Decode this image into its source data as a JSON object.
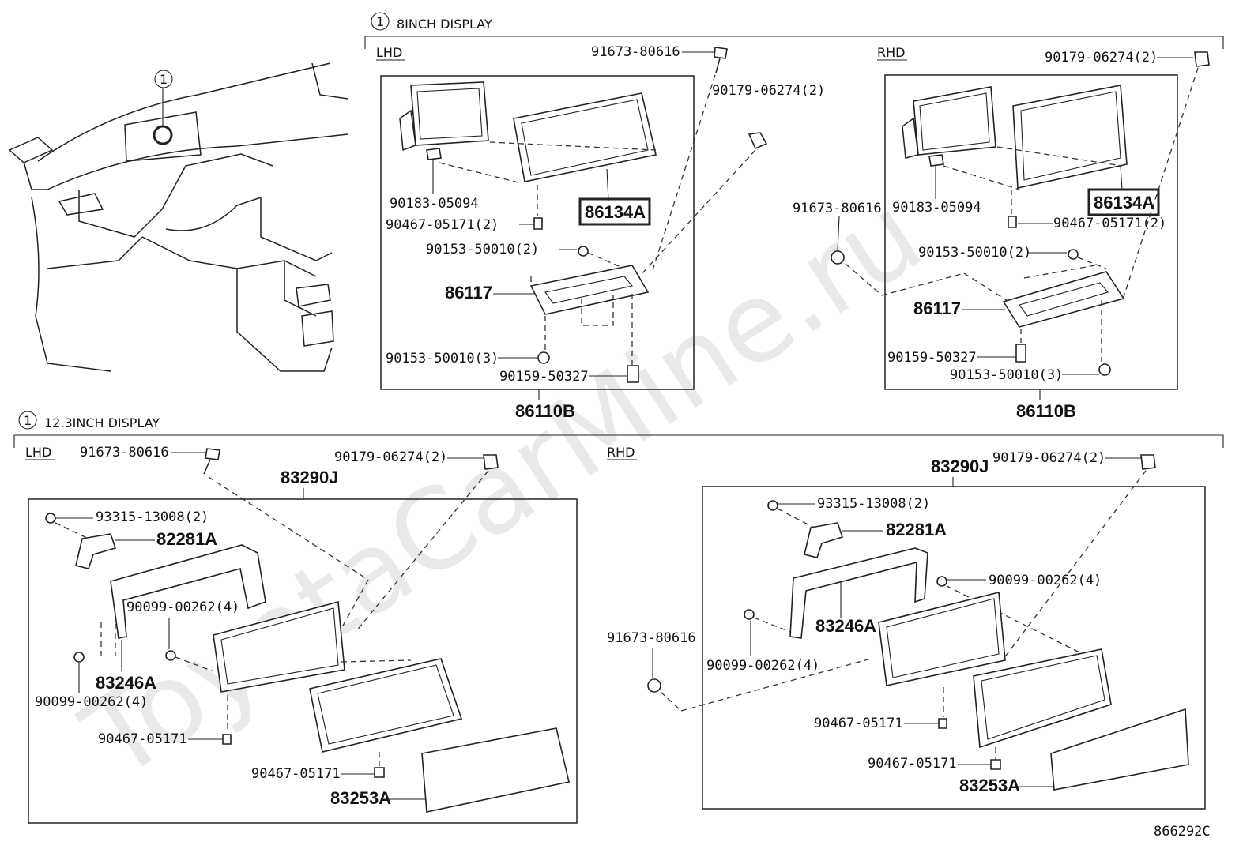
{
  "watermark": "ToyotaCarMine.ru",
  "callout_marker": "1",
  "diagram_code": "866292C",
  "section_8inch": {
    "title": "8INCH DISPLAY",
    "lhd": {
      "label": "LHD",
      "assembly": "86110B",
      "parts": {
        "screw_top": "91673-80616",
        "clip": "90179-06274(2)",
        "bracket_nut": "90183-05094",
        "panel": "86134A",
        "nut2": "90467-05171(2)",
        "bolt_top": "90153-50010(2)",
        "bracket": "86117",
        "bolt_bottom": "90153-50010(3)",
        "screw_bottom": "90159-50327"
      }
    },
    "rhd": {
      "label": "RHD",
      "assembly": "86110B",
      "parts": {
        "clip": "90179-06274(2)",
        "screw_side": "91673-80616",
        "bracket_nut": "90183-05094",
        "panel": "86134A",
        "nut2": "90467-05171(2)",
        "bolt_top": "90153-50010(2)",
        "bracket": "86117",
        "screw_bottom": "90159-50327",
        "bolt_bottom": "90153-50010(3)"
      }
    }
  },
  "section_12inch": {
    "title": "12.3INCH DISPLAY",
    "lhd": {
      "label": "LHD",
      "assembly": "83290J",
      "parts": {
        "screw_top": "91673-80616",
        "clip": "90179-06274(2)",
        "screw_a": "93315-13008(2)",
        "bracket_a": "82281A",
        "screw_b": "90099-00262(4)",
        "frame": "83246A",
        "screw_c": "90099-00262(4)",
        "nut_a": "90467-05171",
        "nut_b": "90467-05171",
        "glass": "83253A"
      }
    },
    "rhd": {
      "label": "RHD",
      "assembly": "83290J",
      "parts": {
        "clip": "90179-06274(2)",
        "screw_a": "93315-13008(2)",
        "bracket_a": "82281A",
        "screw_b": "90099-00262(4)",
        "frame": "83246A",
        "screw_side": "91673-80616",
        "screw_c": "90099-00262(4)",
        "nut_a": "90467-05171",
        "nut_b": "90467-05171",
        "glass": "83253A"
      }
    }
  }
}
